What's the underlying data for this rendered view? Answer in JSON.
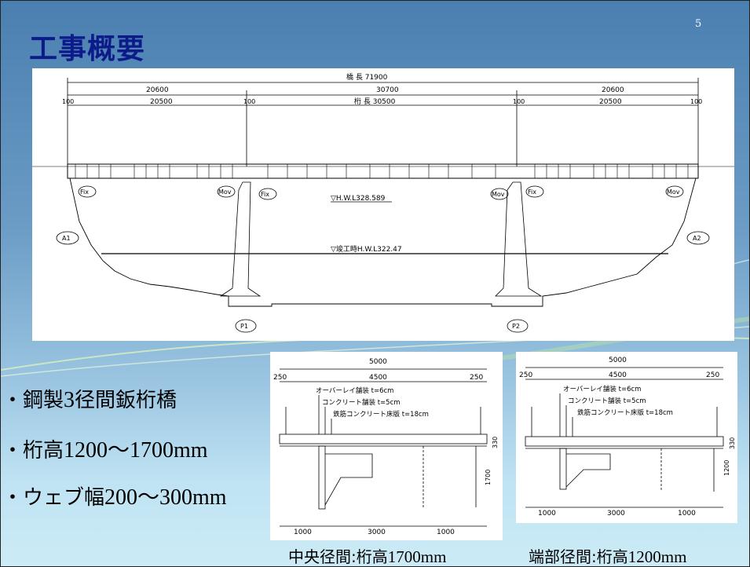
{
  "slide": {
    "title": "工事概要",
    "page_number": "5"
  },
  "bullets": [
    {
      "prefix": "・鋼製",
      "num": "3",
      "suffix": "径間鈑桁橋"
    },
    {
      "prefix": "・桁高",
      "num": "1200〜1700mm",
      "suffix": ""
    },
    {
      "prefix": "・ウェブ幅",
      "num": "200〜300mm",
      "suffix": ""
    }
  ],
  "elevation": {
    "bridge_length": "橋 長 71900",
    "span_left_total": "20600",
    "span_center_total": "30700",
    "span_right_total": "20600",
    "girder_left": "20500",
    "girder_center": "桁 長 30500",
    "girder_right": "20500",
    "gap_100": "100",
    "hwl": "▽H.W.L328.589",
    "construction_hwl": "▽竣工時H.W.L322.47",
    "fix": "Fix",
    "mov": "Mov",
    "abutment_a1": "A1",
    "abutment_a2": "A2",
    "pier_p1": "P1",
    "pier_p2": "P2"
  },
  "section_center": {
    "total_width": "5000",
    "edge": "250",
    "road_width": "4500",
    "overlay": "オーバーレイ舗装 t=6cm",
    "concrete_pave": "コンクリート舗装 t=5cm",
    "deck": "鉄筋コンクリート床版 t=18cm",
    "deck_depth": "330",
    "girder_height": "1700",
    "bottom_left": "1000",
    "bottom_mid": "3000",
    "bottom_right": "1000",
    "caption_prefix": "中央径間:桁高",
    "caption_num": "1700mm"
  },
  "section_end": {
    "total_width": "5000",
    "edge": "250",
    "road_width": "4500",
    "overlay": "オーバーレイ舗装 t=6cm",
    "concrete_pave": "コンクリート舗装 t=5cm",
    "deck": "鉄筋コンクリート床版 t=18cm",
    "deck_depth": "330",
    "girder_height": "1200",
    "bottom_left": "1000",
    "bottom_mid": "3000",
    "bottom_right": "1000",
    "caption_prefix": "端部径間:桁高",
    "caption_num": "1200mm"
  },
  "colors": {
    "title": "#0d1a8a",
    "background_top": "#4a7fb0",
    "background_bottom": "#ccebf6"
  }
}
